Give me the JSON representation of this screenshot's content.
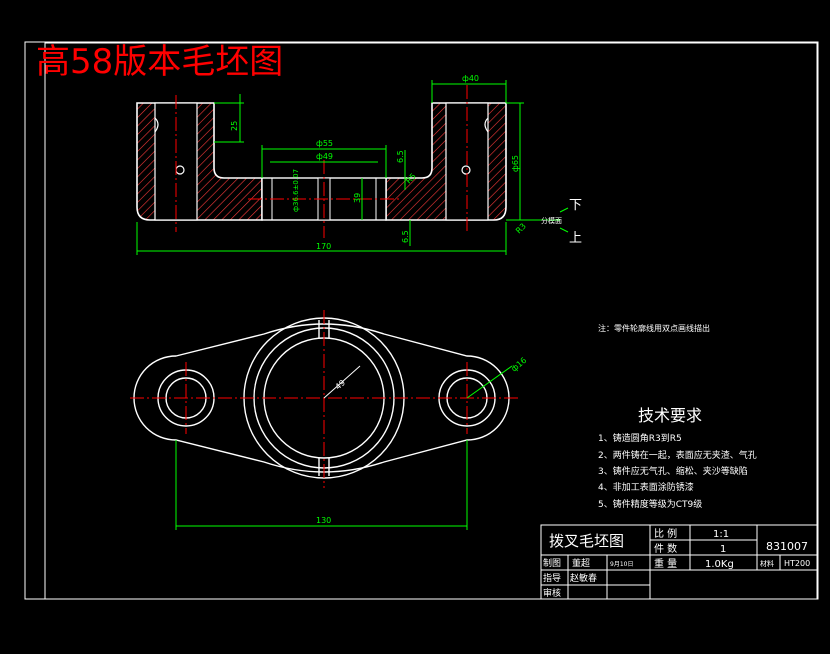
{
  "heading": "高58版本毛坯图",
  "colors": {
    "background": "#000000",
    "outline": "#ffffff",
    "dimension": "#00ff00",
    "centerline": "#ff0000",
    "hatch": "#ff3b3b",
    "heading": "#ff0000"
  },
  "dimensions": {
    "phi40": "ф40",
    "d25": "25",
    "phi55": "ф55",
    "phi49": "ф49",
    "d65a": "6.5",
    "d65b": "6.5",
    "phi65": "ф65",
    "d39": "39",
    "tol": "ф36.6±0.07",
    "d170": "170",
    "r5": "R5",
    "r3": "R3",
    "phi16": "ф16",
    "r49": "49",
    "d130": "130"
  },
  "parting": {
    "up": "上",
    "down": "下",
    "label": "分模面"
  },
  "note": "注：零件轮廓线用双点画线描出",
  "tech": {
    "title": "技术要求",
    "items": [
      "1、铸造圆角R3到R5",
      "2、两件铸在一起，表面应无夹渣、气孔",
      "3、铸件应无气孔、缩松、夹沙等缺陷",
      "4、非加工表面涂防锈漆",
      "5、铸件精度等级为CT9级"
    ]
  },
  "titleblock": {
    "name": "拨叉毛坯图",
    "scale_label": "比  例",
    "scale_value": "1:1",
    "count_label": "件  数",
    "count_value": "1",
    "weight_label": "重  量",
    "weight_value": "1.0Kg",
    "material_label": "材料",
    "material_value": "HT200",
    "drawing_no": "831007",
    "draw_label": "制图",
    "draw_name": "董超",
    "draw_date": "9月10日",
    "guide_label": "指导",
    "guide_name": "赵敏春",
    "review_label": "审核"
  }
}
